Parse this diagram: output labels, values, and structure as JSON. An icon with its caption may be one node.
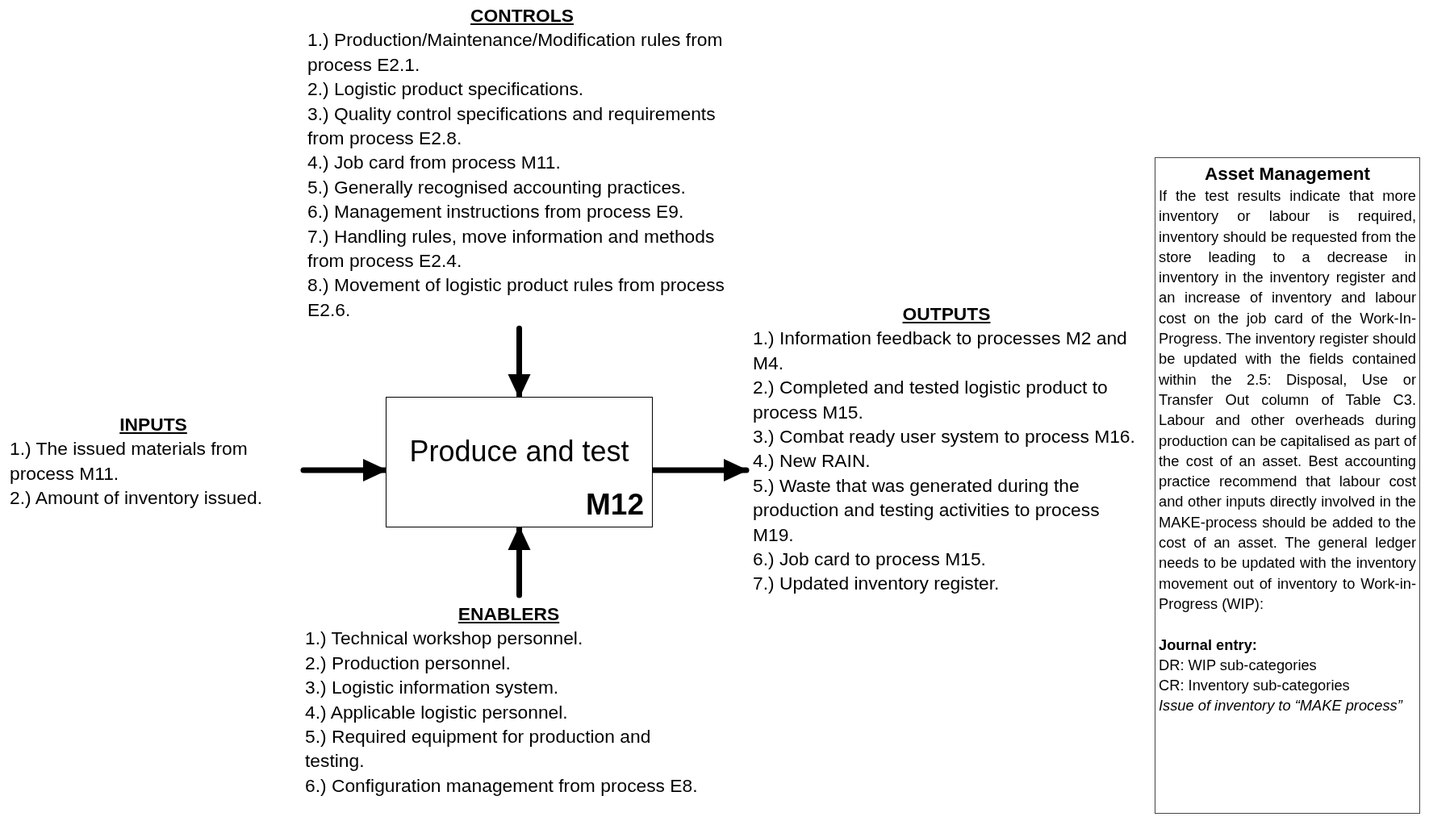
{
  "diagram": {
    "nodes": [
      {
        "text": [
          "CONTROLS",
          "1.) Production/Maintenance/Modification rules from process E2.1.",
          "2.) Logistic product specifications.",
          "3.) Quality control specifications and requirements from process E2.8.",
          "4.) Job card from process M11.",
          "5.) Generally recognised accounting practices.",
          "6.) Management instructions from process E9.",
          "7.) Handling rules, move information and methods from process E2.4.",
          "8.) Movement of logistic product rules from process E2.6."
        ]
      },
      {
        "text": [
          "INPUTS",
          "1.) The issued materials from process M11.",
          "2.) Amount of inventory issued."
        ]
      },
      {
        "text": [
          "Produce and test",
          "M12"
        ]
      },
      {
        "text": [
          "OUTPUTS",
          "1.) Information feedback to processes M2 and M4.",
          "2.) Completed and tested logistic product to process M15.",
          "3.) Combat ready user system to process M16.",
          "4.) New RAIN.",
          "5.) Waste that was generated during the production and testing activities to process M19.",
          "6.) Job card to process M15.",
          "7.) Updated inventory register."
        ]
      },
      {
        "text": [
          "ENABLERS",
          "1.) Technical workshop personnel.",
          "2.) Production personnel.",
          "3.) Logistic information system.",
          "4.) Applicable logistic personnel.",
          "5.) Required equipment for production and testing.",
          "6.) Configuration management from process E8."
        ]
      },
      {
        "text": [
          "Asset Management",
          "If the test results indicate that more inventory or labour is required, inventory should be requested from the store leading to a decrease in inventory in the inventory register and an increase of inventory and labour cost on the job card of the Work-In-Progress.  The inventory register should be updated with the fields contained within the 2.5: Disposal, Use or Transfer Out column of Table C3.  Labour and other overheads during production can be capitalised as part of the cost of an asset.  Best accounting practice recommend that labour cost and other inputs directly involved in the MAKE-process should be added to the cost of an asset.  The general ledger needs to be updated with the inventory movement out of inventory to Work-in-Progress (WIP):",
          "Journal entry:",
          "DR: WIP sub-categories",
          "CR: Inventory sub-categories",
          "Issue of inventory to “MAKE process”"
        ]
      }
    ],
    "edges": [
      {
        "from": 0,
        "to": 2,
        "arrow": "to"
      },
      {
        "from": 1,
        "to": 2,
        "arrow": "to"
      },
      {
        "from": 2,
        "to": 3,
        "arrow": "to"
      },
      {
        "from": 4,
        "to": 2,
        "arrow": "to"
      }
    ]
  }
}
